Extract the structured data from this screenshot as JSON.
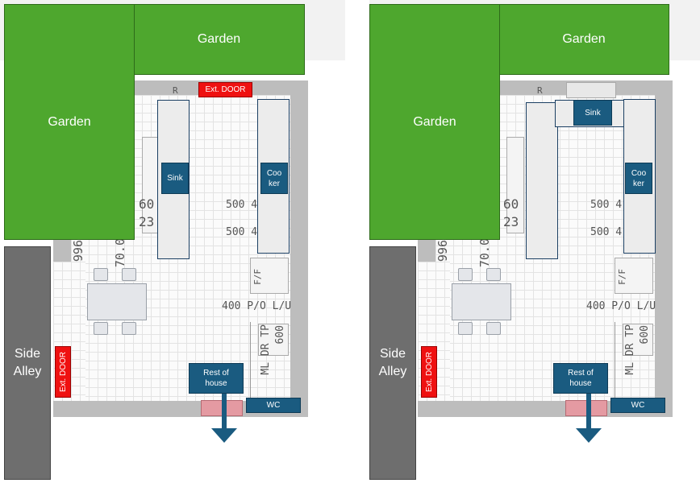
{
  "plans": [
    {
      "id": "left",
      "garden_top": "Garden",
      "garden_left": "Garden",
      "side_alley": "Side\nAlley",
      "ext_door_top": "Ext. DOOR",
      "ext_door_side": "Ext. DOOR",
      "sink": "Sink",
      "cooker": "Coo\nker",
      "rest_of_house": "Rest of\nhouse",
      "wc": "WC",
      "plan_labels": {
        "dim_60": "60",
        "dim_23": "23",
        "dim_500_a": "500 4",
        "dim_500_b": "500 4",
        "dim_996": "996",
        "dim_700": "70.0",
        "ff": "F/F",
        "po_lu": "400 P/O L/U",
        "ml_dr_tp": "ML DR TP",
        "dim_600": "600",
        "r_mark": "R"
      }
    },
    {
      "id": "right",
      "garden_top": "Garden",
      "garden_left": "Garden",
      "side_alley": "Side\nAlley",
      "ext_door_side": "Ext. DOOR",
      "sink": "Sink",
      "cooker": "Coo\nker",
      "rest_of_house": "Rest of\nhouse",
      "wc": "WC",
      "plan_labels": {
        "dim_60": "60",
        "dim_23": "23",
        "dim_500_a": "500 4",
        "dim_500_b": "500 4",
        "dim_996": "996",
        "dim_700": "70.0",
        "ff": "F/F",
        "po_lu": "400 P/O L/U",
        "ml_dr_tp": "ML DR TP",
        "dim_600": "600",
        "r_mark": "R"
      }
    }
  ],
  "colors": {
    "garden": "#4ea72e",
    "alley": "#6e6e6e",
    "blue_box": "#1a5b80",
    "ext_door": "#ef1111"
  }
}
